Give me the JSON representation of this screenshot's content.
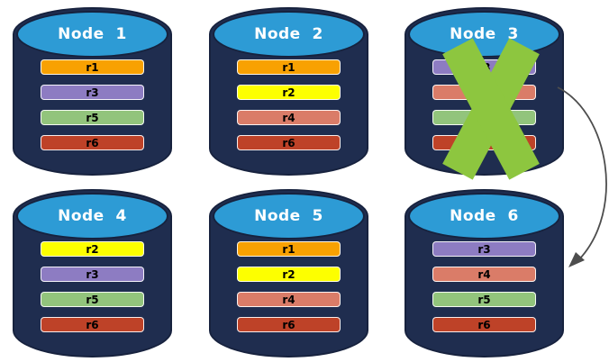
{
  "diagram": {
    "description": "Database node replication diagram with failed node",
    "palette": {
      "background": "#FFFFFF",
      "cylinder_body": "#1F2D4F",
      "cylinder_outline": "#17223E",
      "cylinder_top": "#2D9BD5",
      "title_text": "#FFFFFF",
      "bar_text": "#000000",
      "bar_border": "#FFFFFF"
    },
    "nodes": [
      {
        "label": "Node  1",
        "failed": false,
        "replicas": [
          {
            "id": "r1",
            "color": "#F8A102"
          },
          {
            "id": "r3",
            "color": "#8D7CC2"
          },
          {
            "id": "r5",
            "color": "#92C47C"
          },
          {
            "id": "r6",
            "color": "#BE4228"
          }
        ]
      },
      {
        "label": "Node  2",
        "failed": false,
        "replicas": [
          {
            "id": "r1",
            "color": "#F8A102"
          },
          {
            "id": "r2",
            "color": "#FDFF00"
          },
          {
            "id": "r4",
            "color": "#DA7C68"
          },
          {
            "id": "r6",
            "color": "#BE4228"
          }
        ]
      },
      {
        "label": "Node  3",
        "failed": true,
        "replicas": [
          {
            "id": "r3",
            "color": "#8D7CC2"
          },
          {
            "id": "r4",
            "color": "#DA7C68"
          },
          {
            "id": "r5",
            "color": "#92C47C"
          },
          {
            "id": "r6",
            "color": "#BE4228"
          }
        ]
      },
      {
        "label": "Node  4",
        "failed": false,
        "replicas": [
          {
            "id": "r2",
            "color": "#FDFF00"
          },
          {
            "id": "r3",
            "color": "#8D7CC2"
          },
          {
            "id": "r5",
            "color": "#92C47C"
          },
          {
            "id": "r6",
            "color": "#BE4228"
          }
        ]
      },
      {
        "label": "Node  5",
        "failed": false,
        "replicas": [
          {
            "id": "r1",
            "color": "#F8A102"
          },
          {
            "id": "r2",
            "color": "#FDFF00"
          },
          {
            "id": "r4",
            "color": "#DA7C68"
          },
          {
            "id": "r6",
            "color": "#BE4228"
          }
        ]
      },
      {
        "label": "Node  6",
        "failed": false,
        "replicas": [
          {
            "id": "r3",
            "color": "#8D7CC2"
          },
          {
            "id": "r4",
            "color": "#DA7C68"
          },
          {
            "id": "r5",
            "color": "#92C47C"
          },
          {
            "id": "r6",
            "color": "#BE4228"
          }
        ]
      }
    ],
    "failure_marker": {
      "on_node": "Node  3",
      "symbol": "X",
      "color": "#8DC63F"
    },
    "arrow": {
      "from": "Node 3",
      "to": "Node 6",
      "color": "#4D4D4D"
    }
  }
}
